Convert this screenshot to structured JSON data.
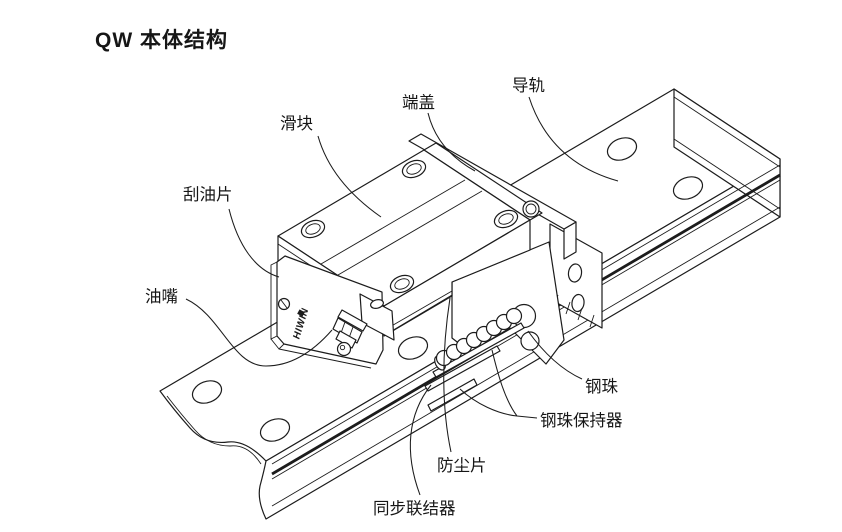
{
  "title": {
    "text": "QW 本体结构"
  },
  "figure": {
    "brand_marking": "HIWIN",
    "line_color": "#1c1c1c",
    "background": "#ffffff",
    "labels": [
      {
        "id": "slider",
        "text": "滑块"
      },
      {
        "id": "end-cap",
        "text": "端盖"
      },
      {
        "id": "guide-rail",
        "text": "导轨"
      },
      {
        "id": "oil-scraper",
        "text": "刮油片"
      },
      {
        "id": "grease-nipple",
        "text": "油嘴"
      },
      {
        "id": "steel-ball",
        "text": "钢珠"
      },
      {
        "id": "ball-retainer",
        "text": "钢珠保持器"
      },
      {
        "id": "dust-sheet",
        "text": "防尘片"
      },
      {
        "id": "sync-connector",
        "text": "同步联结器"
      }
    ]
  }
}
